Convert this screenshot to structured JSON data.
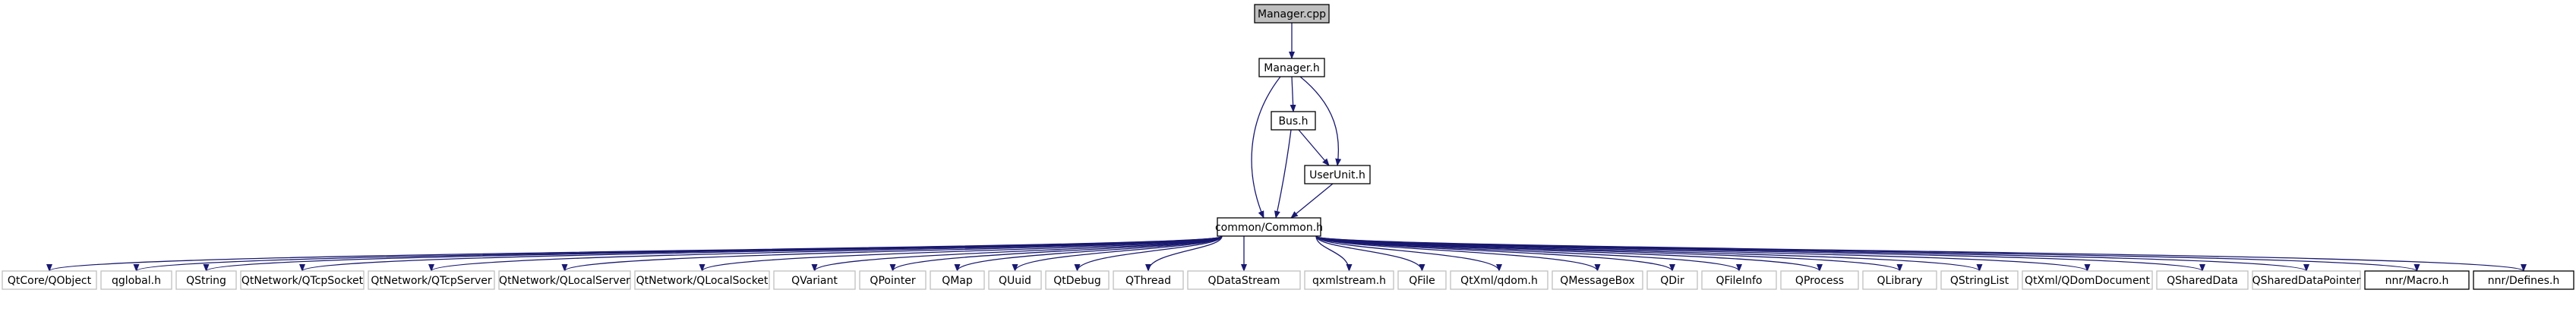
{
  "diagram": {
    "colors": {
      "edge": "#191970",
      "root_fill": "#bfbfbf",
      "node_fill": "#ffffff",
      "documented_border": "#000000",
      "external_border": "#bfbfbf"
    },
    "root": {
      "id": "manager_cpp",
      "label": "Manager.cpp"
    },
    "internal": [
      {
        "id": "manager_h",
        "label": "Manager.h"
      },
      {
        "id": "bus_h",
        "label": "Bus.h"
      },
      {
        "id": "userunit_h",
        "label": "UserUnit.h"
      },
      {
        "id": "common_h",
        "label": "common/Common.h"
      }
    ],
    "leaves": [
      {
        "id": "qtcore_qobject",
        "label": "QtCore/QObject",
        "documented": false
      },
      {
        "id": "qglobal_h",
        "label": "qglobal.h",
        "documented": false
      },
      {
        "id": "qstring",
        "label": "QString",
        "documented": false
      },
      {
        "id": "qtnetwork_qtcpsocket",
        "label": "QtNetwork/QTcpSocket",
        "documented": false
      },
      {
        "id": "qtnetwork_qtcpserver",
        "label": "QtNetwork/QTcpServer",
        "documented": false
      },
      {
        "id": "qtnetwork_qlocalserver",
        "label": "QtNetwork/QLocalServer",
        "documented": false
      },
      {
        "id": "qtnetwork_qlocalsocket",
        "label": "QtNetwork/QLocalSocket",
        "documented": false
      },
      {
        "id": "qvariant",
        "label": "QVariant",
        "documented": false
      },
      {
        "id": "qpointer",
        "label": "QPointer",
        "documented": false
      },
      {
        "id": "qmap",
        "label": "QMap",
        "documented": false
      },
      {
        "id": "quuid",
        "label": "QUuid",
        "documented": false
      },
      {
        "id": "qtdebug",
        "label": "QtDebug",
        "documented": false
      },
      {
        "id": "qthread",
        "label": "QThread",
        "documented": false
      },
      {
        "id": "qdatastream",
        "label": "QDataStream",
        "documented": false
      },
      {
        "id": "qxmlstream_h",
        "label": "qxmlstream.h",
        "documented": false
      },
      {
        "id": "qfile",
        "label": "QFile",
        "documented": false
      },
      {
        "id": "qtxml_qdom_h",
        "label": "QtXml/qdom.h",
        "documented": false
      },
      {
        "id": "qmessagebox",
        "label": "QMessageBox",
        "documented": false
      },
      {
        "id": "qdir",
        "label": "QDir",
        "documented": false
      },
      {
        "id": "qfileinfo",
        "label": "QFileInfo",
        "documented": false
      },
      {
        "id": "qprocess",
        "label": "QProcess",
        "documented": false
      },
      {
        "id": "qlibrary",
        "label": "QLibrary",
        "documented": false
      },
      {
        "id": "qstringlist",
        "label": "QStringList",
        "documented": false
      },
      {
        "id": "qtxml_qdomdocument",
        "label": "QtXml/QDomDocument",
        "documented": false
      },
      {
        "id": "qshareddata",
        "label": "QSharedData",
        "documented": false
      },
      {
        "id": "qshareddatapointer",
        "label": "QSharedDataPointer",
        "documented": false
      },
      {
        "id": "nnr_macro_h",
        "label": "nnr/Macro.h",
        "documented": true
      },
      {
        "id": "nnr_defines_h",
        "label": "nnr/Defines.h",
        "documented": true
      }
    ],
    "edges": [
      [
        "manager_cpp",
        "manager_h"
      ],
      [
        "manager_h",
        "bus_h"
      ],
      [
        "manager_h",
        "userunit_h"
      ],
      [
        "manager_h",
        "common_h"
      ],
      [
        "bus_h",
        "userunit_h"
      ],
      [
        "bus_h",
        "common_h"
      ],
      [
        "userunit_h",
        "common_h"
      ]
    ]
  }
}
